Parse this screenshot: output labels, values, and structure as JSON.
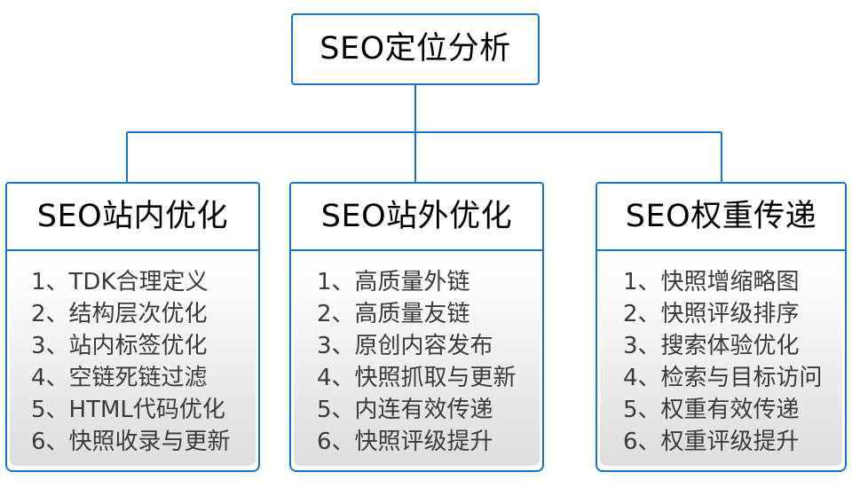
{
  "diagram": {
    "type": "org-chart",
    "root": {
      "label": "SEO定位分析"
    },
    "colors": {
      "border": "#1575c6",
      "connector": "#1575c6",
      "header_background": "#ffffff",
      "body_gradient_top": "#ffffff",
      "body_gradient_bottom": "#dedede",
      "title_text": "#000000",
      "list_text": "#3a3a3a"
    },
    "branches": [
      {
        "header": "SEO站内优化",
        "items": [
          "1、TDK合理定义",
          "2、结构层次优化",
          "3、站内标签优化",
          "4、空链死链过滤",
          "5、HTML代码优化",
          "6、快照收录与更新"
        ]
      },
      {
        "header": "SEO站外优化",
        "items": [
          "1、高质量外链",
          "2、高质量友链",
          "3、原创内容发布",
          "4、快照抓取与更新",
          "5、内连有效传递",
          "6、快照评级提升"
        ]
      },
      {
        "header": "SEO权重传递",
        "items": [
          "1、快照增缩略图",
          "2、快照评级排序",
          "3、搜索体验优化",
          "4、检索与目标访问",
          "5、权重有效传递",
          "6、权重评级提升"
        ]
      }
    ]
  }
}
